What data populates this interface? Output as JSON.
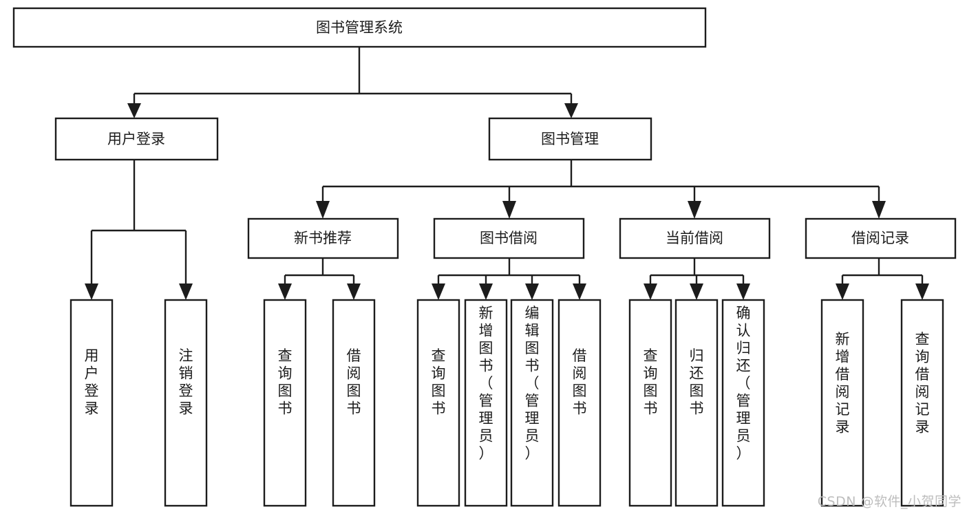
{
  "diagram": {
    "title": "图书管理系统",
    "type": "tree-hierarchy-chart",
    "watermark": "CSDN @软件_小贺同学"
  },
  "chart_data": {
    "type": "diagram",
    "title": "图书管理系统",
    "root": "图书管理系统",
    "nodes": {
      "root": "图书管理系统",
      "l2": [
        "用户登录",
        "图书管理"
      ],
      "l3": [
        "新书推荐",
        "图书借阅",
        "当前借阅",
        "借阅记录"
      ],
      "leaves_user_login": [
        "用户登录",
        "注销登录"
      ],
      "leaves_new_book": [
        "查询图书",
        "借阅图书"
      ],
      "leaves_borrow": [
        "查询图书",
        "新增图书（管理员）",
        "编辑图书（管理员）",
        "借阅图书"
      ],
      "leaves_current": [
        "查询图书",
        "归还图书",
        "确认归还（管理员）"
      ],
      "leaves_record": [
        "新增借阅记录",
        "查询借阅记录"
      ]
    }
  },
  "nodes": {
    "root": {
      "label": "图书管理系统"
    },
    "user_login": {
      "label": "用户登录"
    },
    "book_manage": {
      "label": "图书管理"
    },
    "new_book_rec": {
      "label": "新书推荐"
    },
    "book_borrow": {
      "label": "图书借阅"
    },
    "current_borrow": {
      "label": "当前借阅"
    },
    "borrow_record": {
      "label": "借阅记录"
    },
    "leaf_user_login": {
      "label": "用户登录"
    },
    "leaf_logout": {
      "label": "注销登录"
    },
    "leaf_query_book_1": {
      "label": "查询图书"
    },
    "leaf_borrow_book_1": {
      "label": "借阅图书"
    },
    "leaf_query_book_2": {
      "label": "查询图书"
    },
    "leaf_add_book": {
      "label": "新增图书（管理员）"
    },
    "leaf_edit_book": {
      "label": "编辑图书（管理员）"
    },
    "leaf_borrow_book_2": {
      "label": "借阅图书"
    },
    "leaf_query_book_3": {
      "label": "查询图书"
    },
    "leaf_return_book": {
      "label": "归还图书"
    },
    "leaf_confirm_return": {
      "label": "确认归还（管理员）"
    },
    "leaf_add_record": {
      "label": "新增借阅记录"
    },
    "leaf_query_record": {
      "label": "查询借阅记录"
    }
  },
  "colors": {
    "stroke": "#1c1c1c",
    "fill": "#ffffff",
    "background": "#ffffff",
    "watermark": "#bdbdbd"
  }
}
